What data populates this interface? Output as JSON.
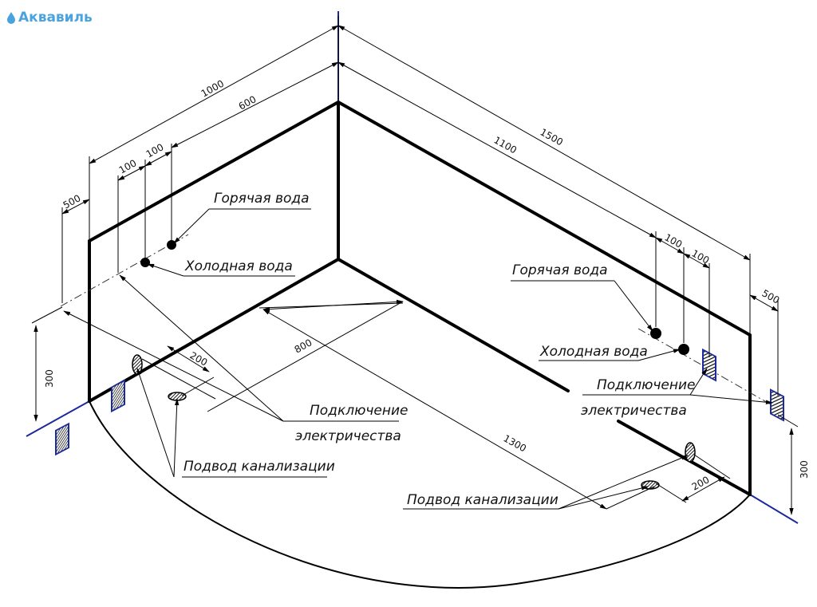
{
  "brand": {
    "name": "Аквавиль",
    "color": "#4aa3df"
  },
  "colors": {
    "axis": "#1b2a9c",
    "outline": "#000000",
    "socket": "#1b2a9c"
  },
  "labels": {
    "hot_left": "Горячая вода",
    "cold_left": "Холодная вода",
    "hot_right": "Горячая вода",
    "cold_right": "Холодная вода",
    "elec_left_1": "Подключение",
    "elec_left_2": "электричества",
    "elec_right_1": "Подключение",
    "elec_right_2": "электричества",
    "drain_left": "Подвод канализации",
    "drain_right": "Подвод канализации"
  },
  "dimensions": {
    "d1000": "1000",
    "d600": "600",
    "d100a": "100",
    "d100b": "100",
    "d500_left": "500",
    "d300_left": "300",
    "d200_left": "200",
    "d800": "800",
    "d1500": "1500",
    "d1100": "1100",
    "d100c": "100",
    "d100d": "100",
    "d500_right": "500",
    "d1300": "1300",
    "d200_right": "200",
    "d300_right": "300"
  },
  "icons": {
    "brand": "water-drop-icon",
    "socket": "electrical-socket-icon",
    "pipe": "pipe-outlet-icon",
    "drain": "drain-outlet-icon"
  }
}
